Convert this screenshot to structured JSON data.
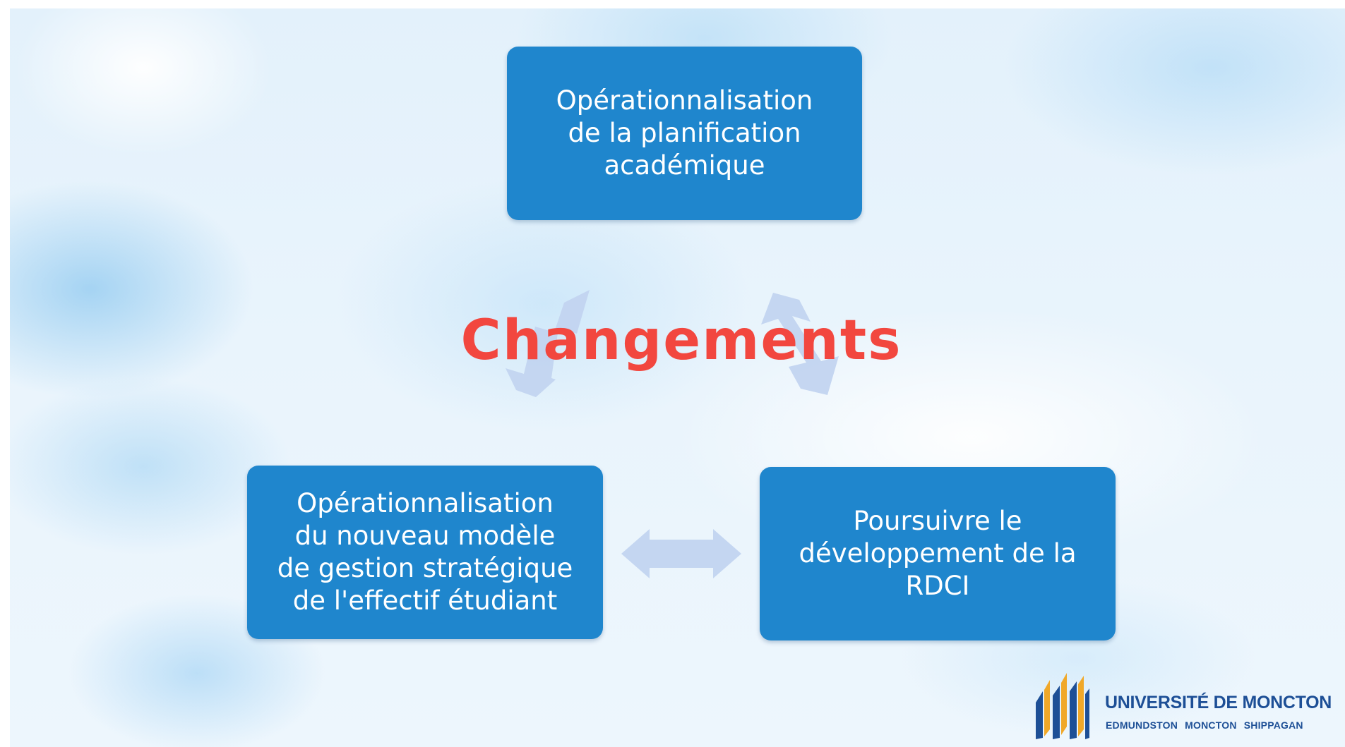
{
  "diagram": {
    "center_label": "Changements",
    "nodes": [
      {
        "id": "top",
        "text": "Opérationnalisation\nde la planification\nacadémique"
      },
      {
        "id": "left",
        "text": "Opérationnalisation\ndu nouveau modèle\nde gestion stratégique\nde l'effectif étudiant"
      },
      {
        "id": "right",
        "text": "Poursuivre le\ndéveloppement de la\nRDCI"
      }
    ],
    "connections": [
      {
        "from": "top",
        "to": "left",
        "type": "double-arrow"
      },
      {
        "from": "top",
        "to": "right",
        "type": "double-arrow"
      },
      {
        "from": "left",
        "to": "right",
        "type": "double-arrow"
      }
    ]
  },
  "logo": {
    "title": "UNIVERSITÉ DE MONCTON",
    "subtitle": "EDMUNDSTON MONCTON SHIPPAGAN"
  },
  "colors": {
    "node_fill": "#1f86cd",
    "arrow_fill": "#c2d4f0",
    "center_label": "#f2473f",
    "logo_blue": "#1d4f96",
    "logo_gold": "#f0a829"
  }
}
